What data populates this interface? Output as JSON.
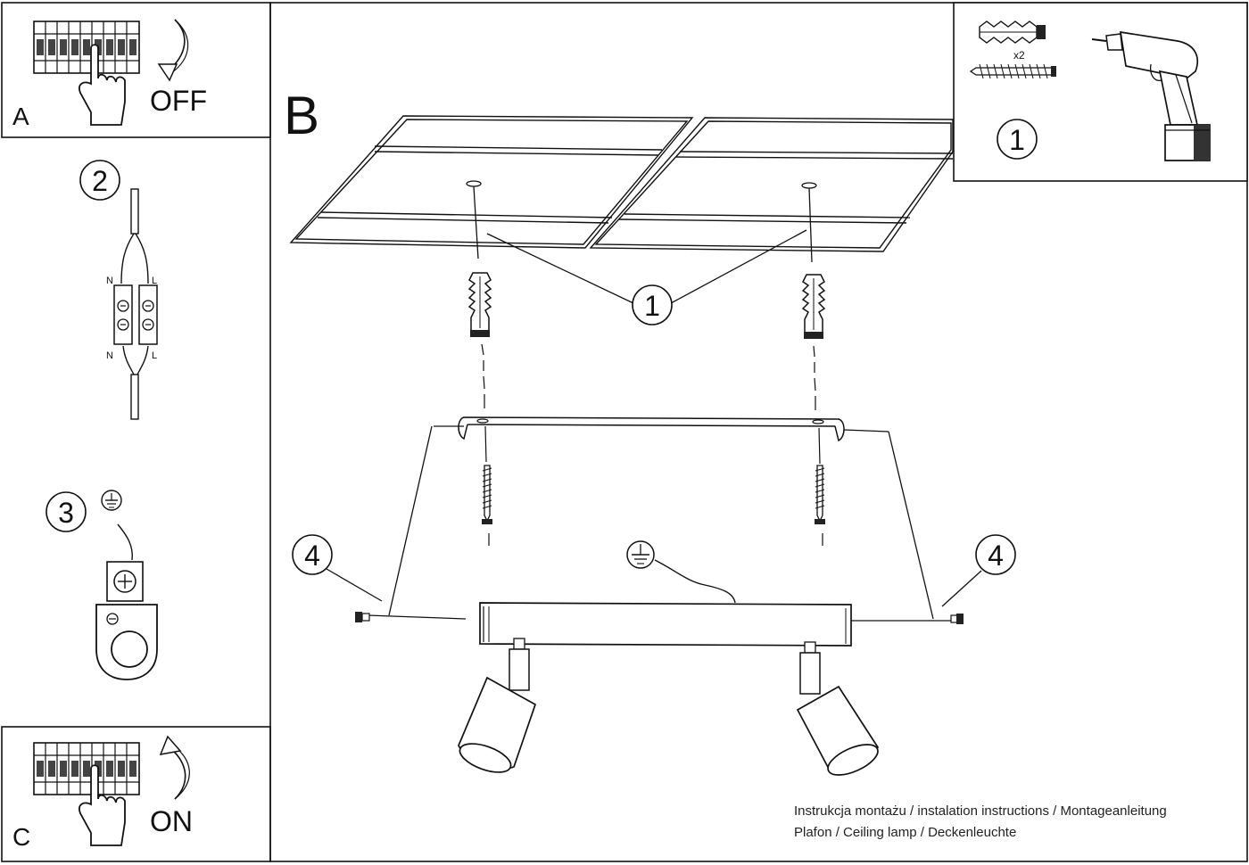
{
  "panel_a": {
    "letter": "A",
    "label": "OFF"
  },
  "panel_c": {
    "letter": "C",
    "label": "ON"
  },
  "main": {
    "letter": "B"
  },
  "steps": {
    "s1": "1",
    "s2": "2",
    "s3": "3",
    "s4": "4"
  },
  "wiring": {
    "neutral": "N",
    "live": "L"
  },
  "kit": {
    "quantity": "x2"
  },
  "caption": {
    "line1": "Instrukcja montażu / instalation instructions / Montageanleitung",
    "line2": "Plafon / Ceiling lamp / Deckenleuchte"
  }
}
